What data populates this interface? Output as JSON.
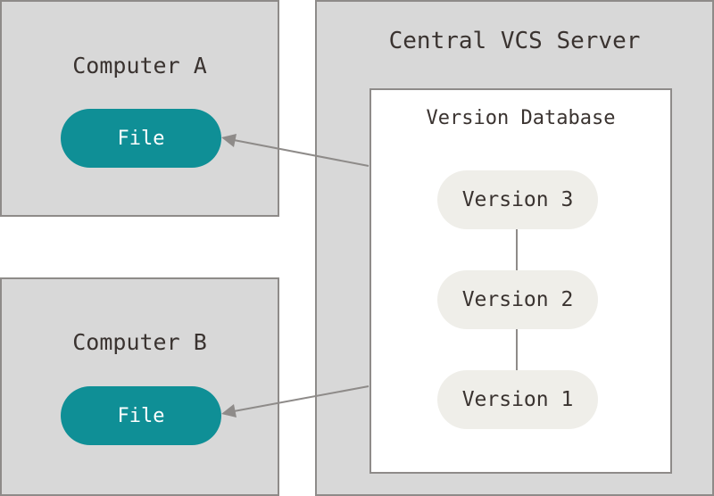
{
  "computer_a": {
    "title": "Computer A",
    "file_label": "File"
  },
  "computer_b": {
    "title": "Computer B",
    "file_label": "File"
  },
  "server": {
    "title": "Central VCS Server",
    "database": {
      "title": "Version Database",
      "versions": [
        "Version 3",
        "Version 2",
        "Version 1"
      ]
    }
  },
  "colors": {
    "box_fill": "#d8d8d8",
    "box_border": "#8e8b89",
    "file_fill": "#0f8f96",
    "version_fill": "#efeee9",
    "text": "#3a3330"
  }
}
